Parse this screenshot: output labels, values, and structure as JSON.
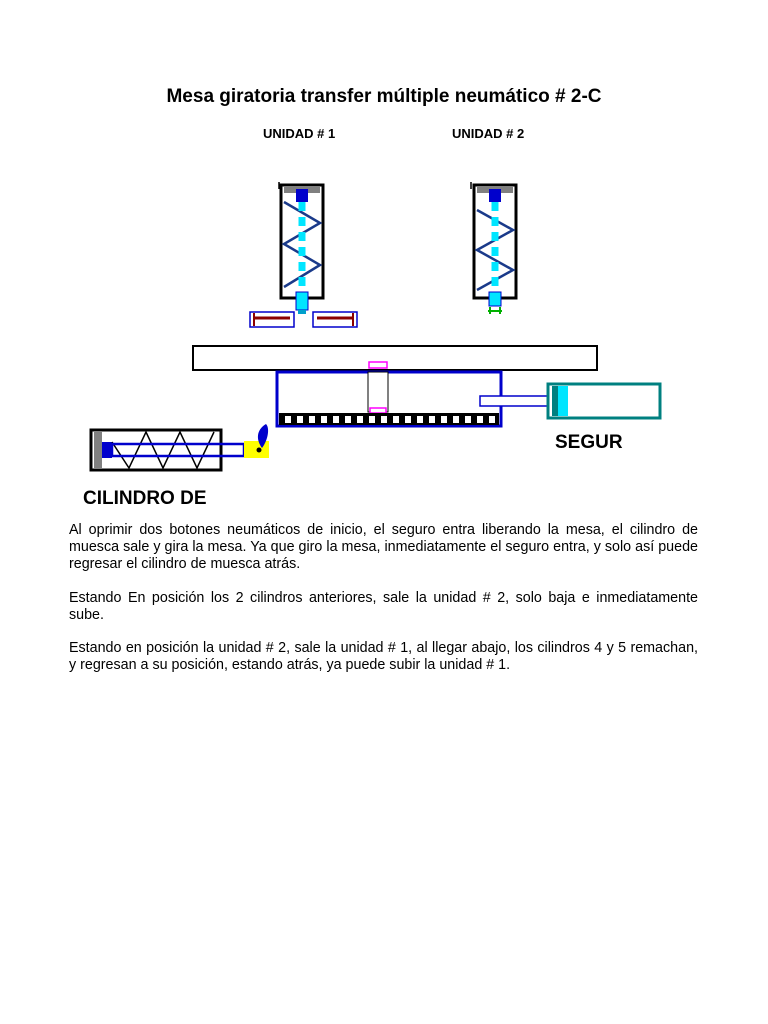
{
  "document": {
    "title": "Mesa giratoria transfer múltiple neumático # 2-C",
    "units": [
      {
        "label": "UNIDAD # 1"
      },
      {
        "label": "UNIDAD # 2"
      }
    ],
    "labels": {
      "lock": "SEGUR",
      "notch_cylinder": "CILINDRO DE"
    },
    "paragraphs": [
      "Al oprimir dos botones neumáticos de inicio, el seguro entra liberando la mesa,  el cilindro de muesca sale y gira la mesa.  Ya que giro la mesa, inmediatamente el seguro entra, y solo así puede regresar el cilindro de muesca atrás.",
      " Estando En posición los 2 cilindros anteriores, sale la unidad # 2,  solo baja e inmediatamente sube.",
      "Estando en posición la unidad # 2,   sale la unidad # 1,   al llegar abajo, los cilindros 4 y 5 remachan,  y regresan a su posición,  estando atrás, ya puede subir la unidad # 1."
    ],
    "colors": {
      "blue": "#0000cc",
      "cyan": "#00e5ff",
      "teal": "#008080",
      "dark_red": "#8b0000",
      "magenta": "#ff00ff",
      "yellow": "#ffff00",
      "green": "#00b000",
      "gray": "#808080"
    }
  }
}
